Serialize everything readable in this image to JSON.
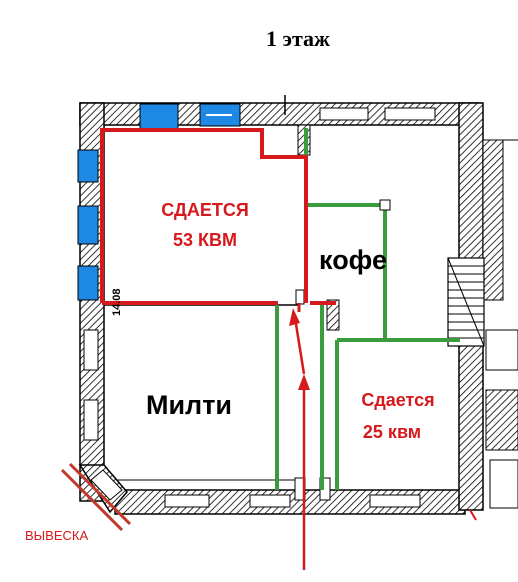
{
  "title": "1 этаж",
  "rooms": {
    "room_53": {
      "line1": "СДАЕТСЯ",
      "line2": "53 КВМ"
    },
    "coffee": {
      "label": "кофе"
    },
    "milti": {
      "label": "Милти"
    },
    "room_25": {
      "line1": "Сдается",
      "line2": "25 квм"
    }
  },
  "sign": {
    "label": "ВЫВЕСКА"
  },
  "dimension": {
    "label": "14.08"
  },
  "colors": {
    "wall_hatch": "#000000",
    "available_outline": "#d6191c",
    "tenant_outline": "#3a9b3f",
    "window": "#1e88e5",
    "arrow": "#d6191c"
  }
}
